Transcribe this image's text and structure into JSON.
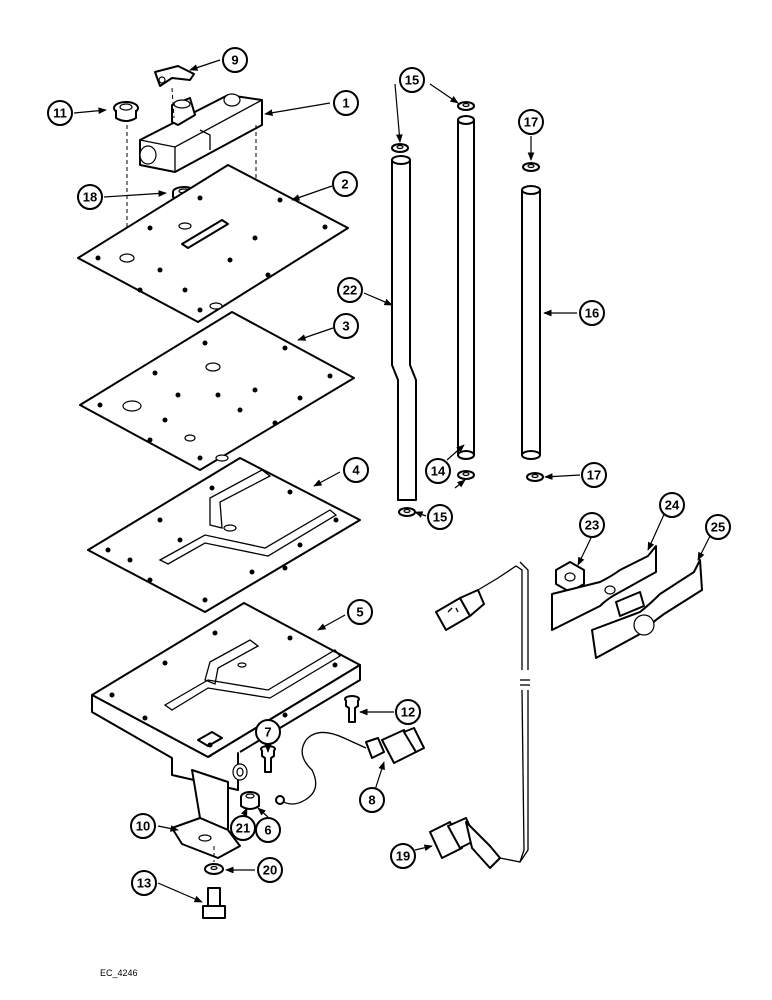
{
  "callouts": [
    "1",
    "2",
    "3",
    "4",
    "5",
    "6",
    "7",
    "8",
    "9",
    "10",
    "11",
    "12",
    "13",
    "14",
    "15",
    "16",
    "17",
    "18",
    "19",
    "20",
    "21",
    "22",
    "23",
    "24",
    "25"
  ],
  "drawing_code": "EC_4246"
}
